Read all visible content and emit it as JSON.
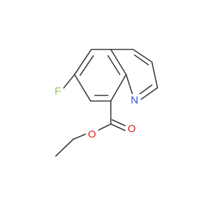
{
  "molecule": {
    "atoms": {
      "fluorine": {
        "symbol": "F",
        "color": "#8bc34a"
      },
      "nitrogen": {
        "symbol": "N",
        "color": "#2f49c8"
      },
      "carbonyl_oxygen": {
        "symbol": "O",
        "color": "#e02020"
      },
      "ester_oxygen": {
        "symbol": "O",
        "color": "#e02020"
      }
    },
    "bond_color": "#3a3a3a"
  }
}
